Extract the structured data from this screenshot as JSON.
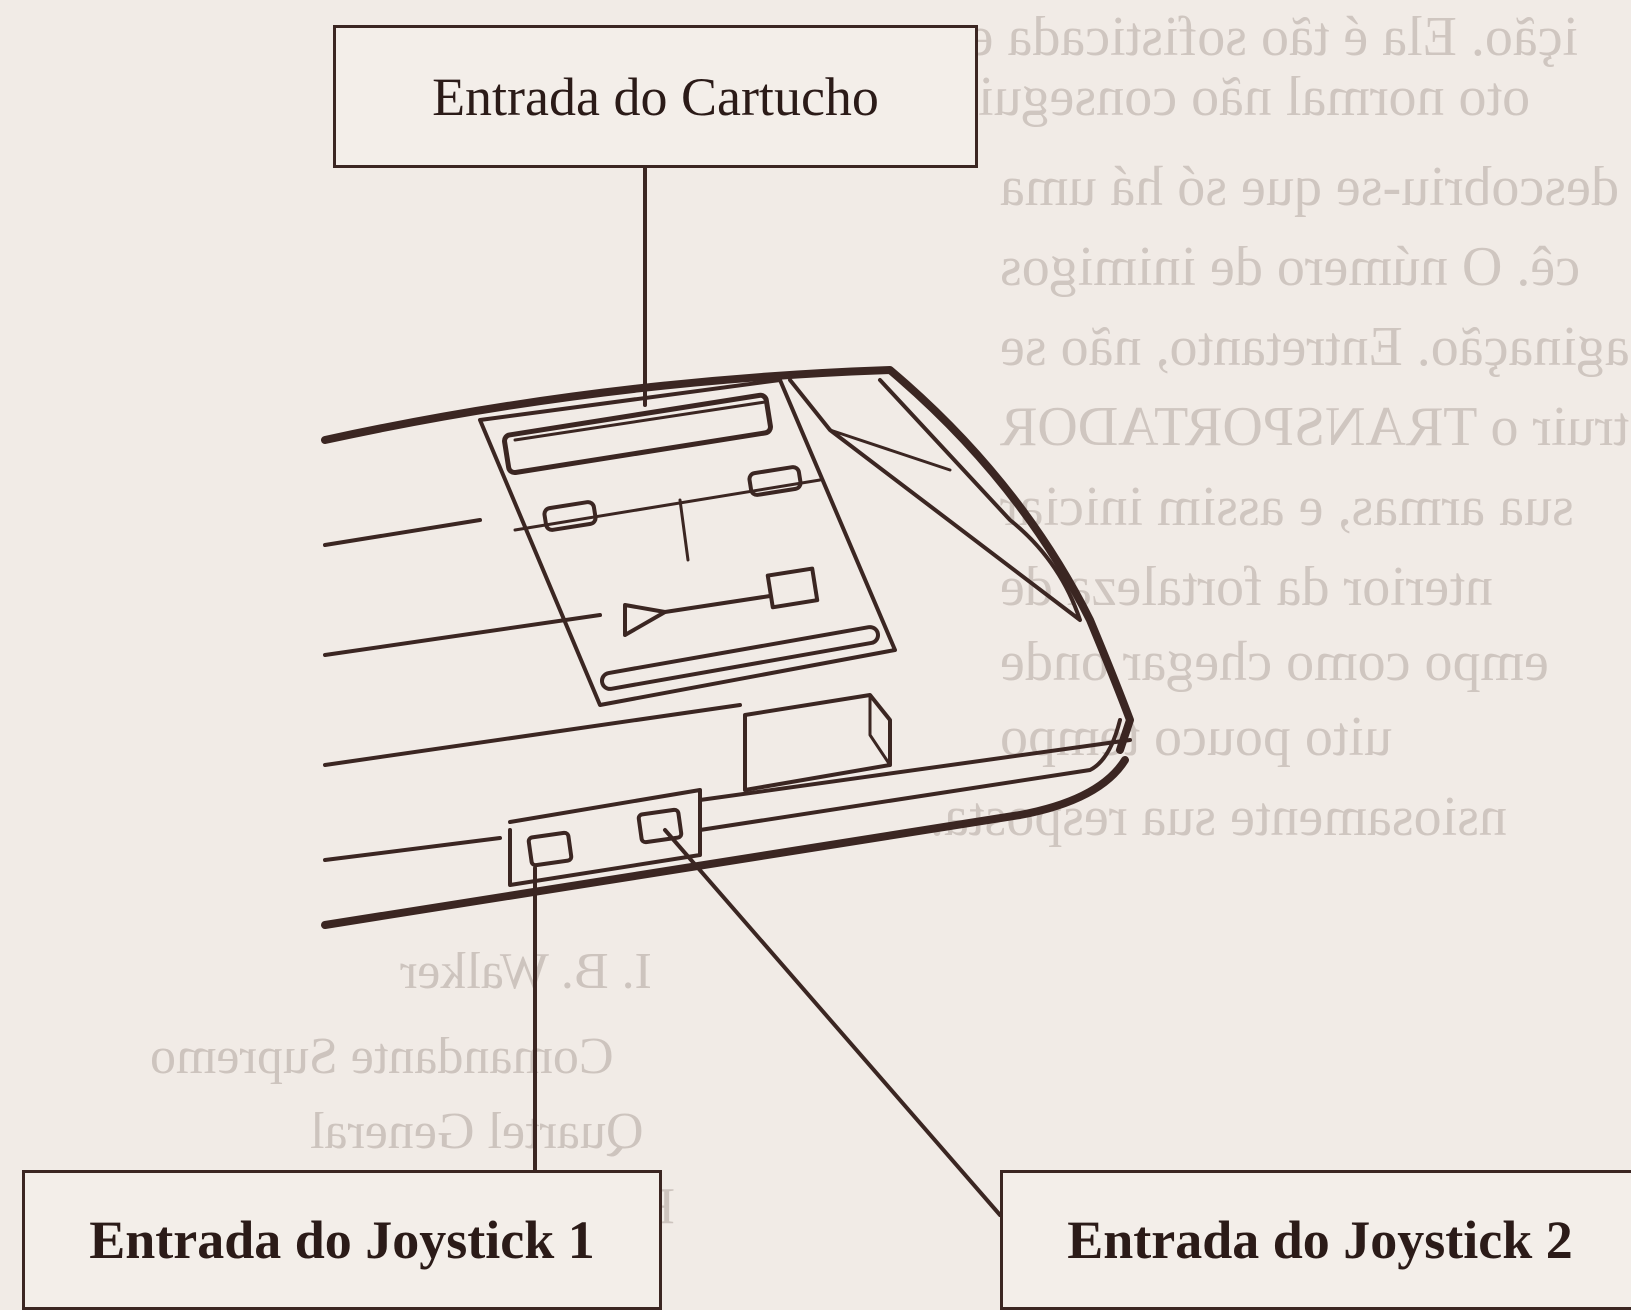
{
  "labels": {
    "cartridge": "Entrada do Cartucho",
    "joystick1": "Entrada do Joystick 1",
    "joystick2": "Entrada do Joystick 2"
  },
  "colors": {
    "ink": "#3b2622",
    "paper": "#f1ebe6"
  }
}
